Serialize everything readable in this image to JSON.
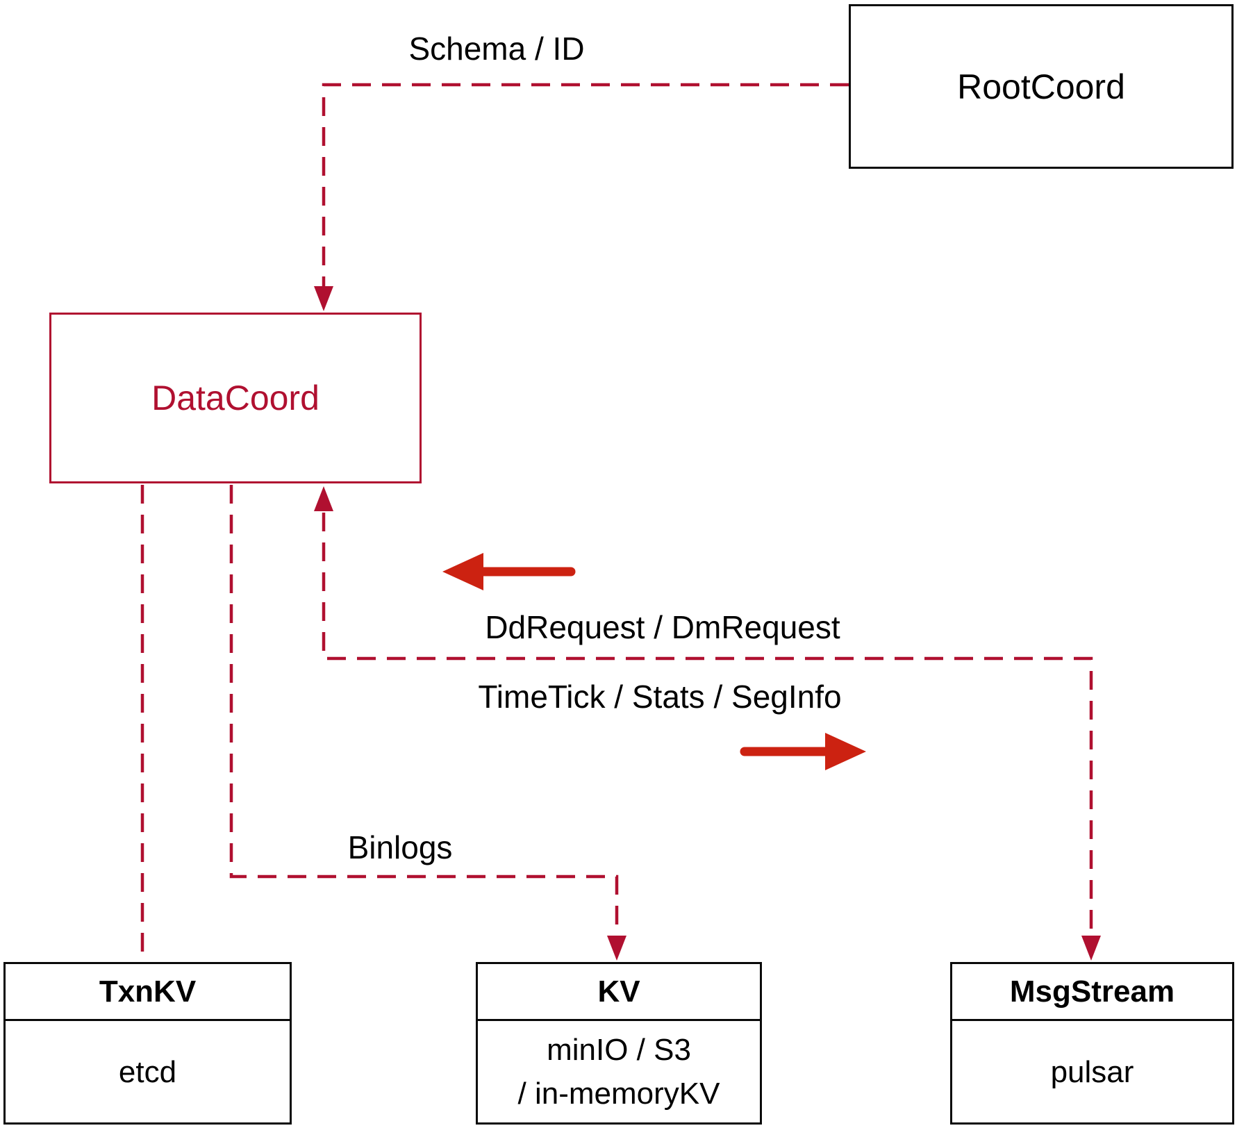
{
  "colors": {
    "crimson": "#b01030",
    "arrow_red": "#cc2211",
    "ink": "#0a0a0a"
  },
  "nodes": {
    "rootcoord": {
      "label": "RootCoord"
    },
    "datacoord": {
      "label": "DataCoord"
    },
    "txnkv": {
      "title": "TxnKV",
      "lines": [
        "etcd"
      ]
    },
    "kv": {
      "title": "KV",
      "lines": [
        "minIO / S3",
        "/ in-memoryKV"
      ]
    },
    "msgstream": {
      "title": "MsgStream",
      "lines": [
        "pulsar"
      ]
    }
  },
  "edges": {
    "schema_id": {
      "label": "Schema / ID"
    },
    "dd_dm": {
      "label": "DdRequest / DmRequest"
    },
    "timetick": {
      "label": "TimeTick / Stats / SegInfo"
    },
    "binlogs": {
      "label": "Binlogs"
    }
  }
}
